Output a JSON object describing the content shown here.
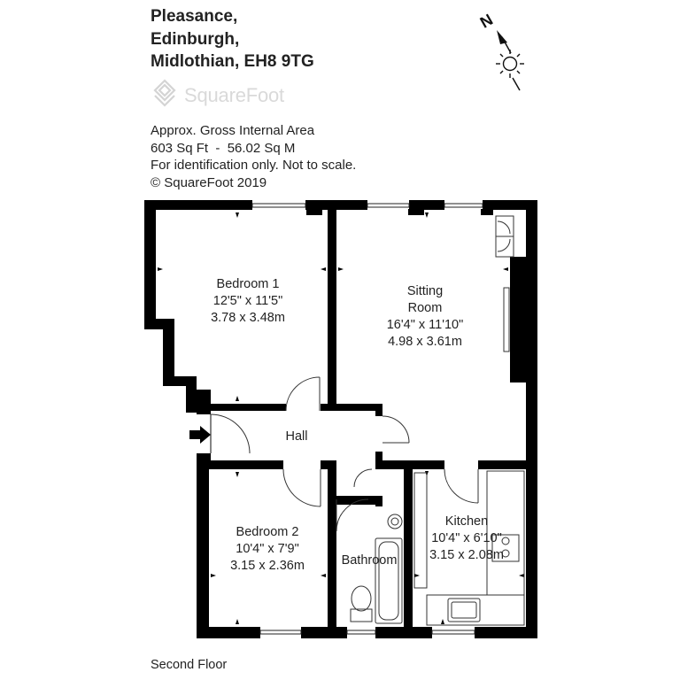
{
  "address": {
    "line1": "Pleasance,",
    "line2": "Edinburgh,",
    "line3": "Midlothian, EH8 9TG"
  },
  "logo": {
    "text": "SquareFoot"
  },
  "info": {
    "line1": "Approx. Gross Internal Area",
    "line2": "603 Sq Ft  -  56.02 Sq M",
    "line3": "For identification only. Not to scale.",
    "line4": "© SquareFoot 2019"
  },
  "compass": {
    "north_label": "N"
  },
  "rooms": {
    "bedroom1": {
      "name": "Bedroom 1",
      "imperial": "12'5\" x 11'5\"",
      "metric": "3.78 x 3.48m"
    },
    "sitting": {
      "name1": "Sitting",
      "name2": "Room",
      "imperial": "16'4\" x 11'10\"",
      "metric": "4.98 x 3.61m"
    },
    "hall": {
      "name": "Hall"
    },
    "bedroom2": {
      "name": "Bedroom 2",
      "imperial": "10'4\" x 7'9\"",
      "metric": "3.15 x 2.36m"
    },
    "bathroom": {
      "name": "Bathroom"
    },
    "kitchen": {
      "name": "Kitchen",
      "imperial": "10'4\" x 6'10\"",
      "metric": "3.15 x 2.08m"
    }
  },
  "floor": {
    "label": "Second Floor"
  },
  "colors": {
    "wall": "#000000",
    "text": "#222222",
    "logo": "#d9d9d9"
  }
}
